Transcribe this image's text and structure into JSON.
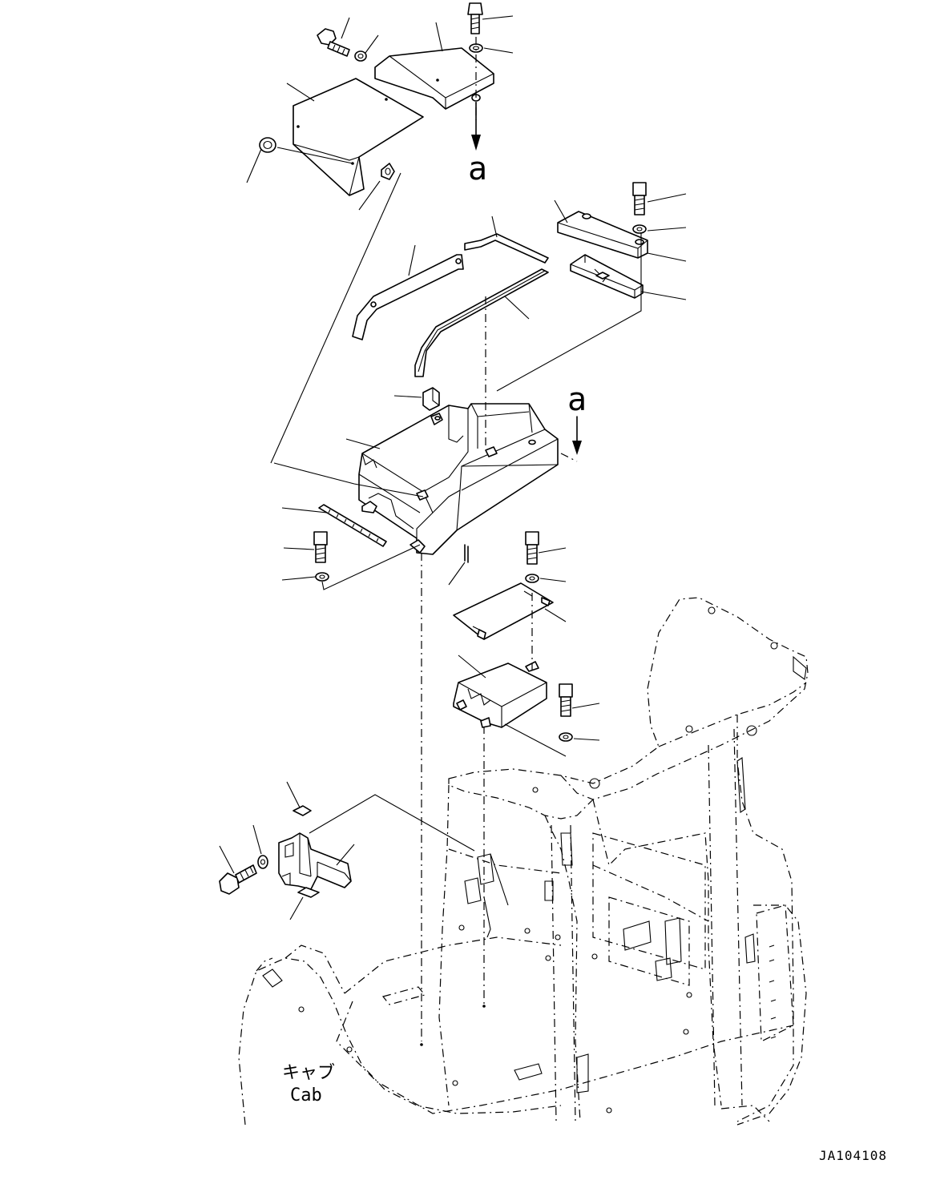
{
  "diagram": {
    "view_ref_top": "a",
    "view_ref_box": "a",
    "cab_label_jp": "キャブ",
    "cab_label_en": "Cab",
    "drawing_code": "JA104108"
  }
}
